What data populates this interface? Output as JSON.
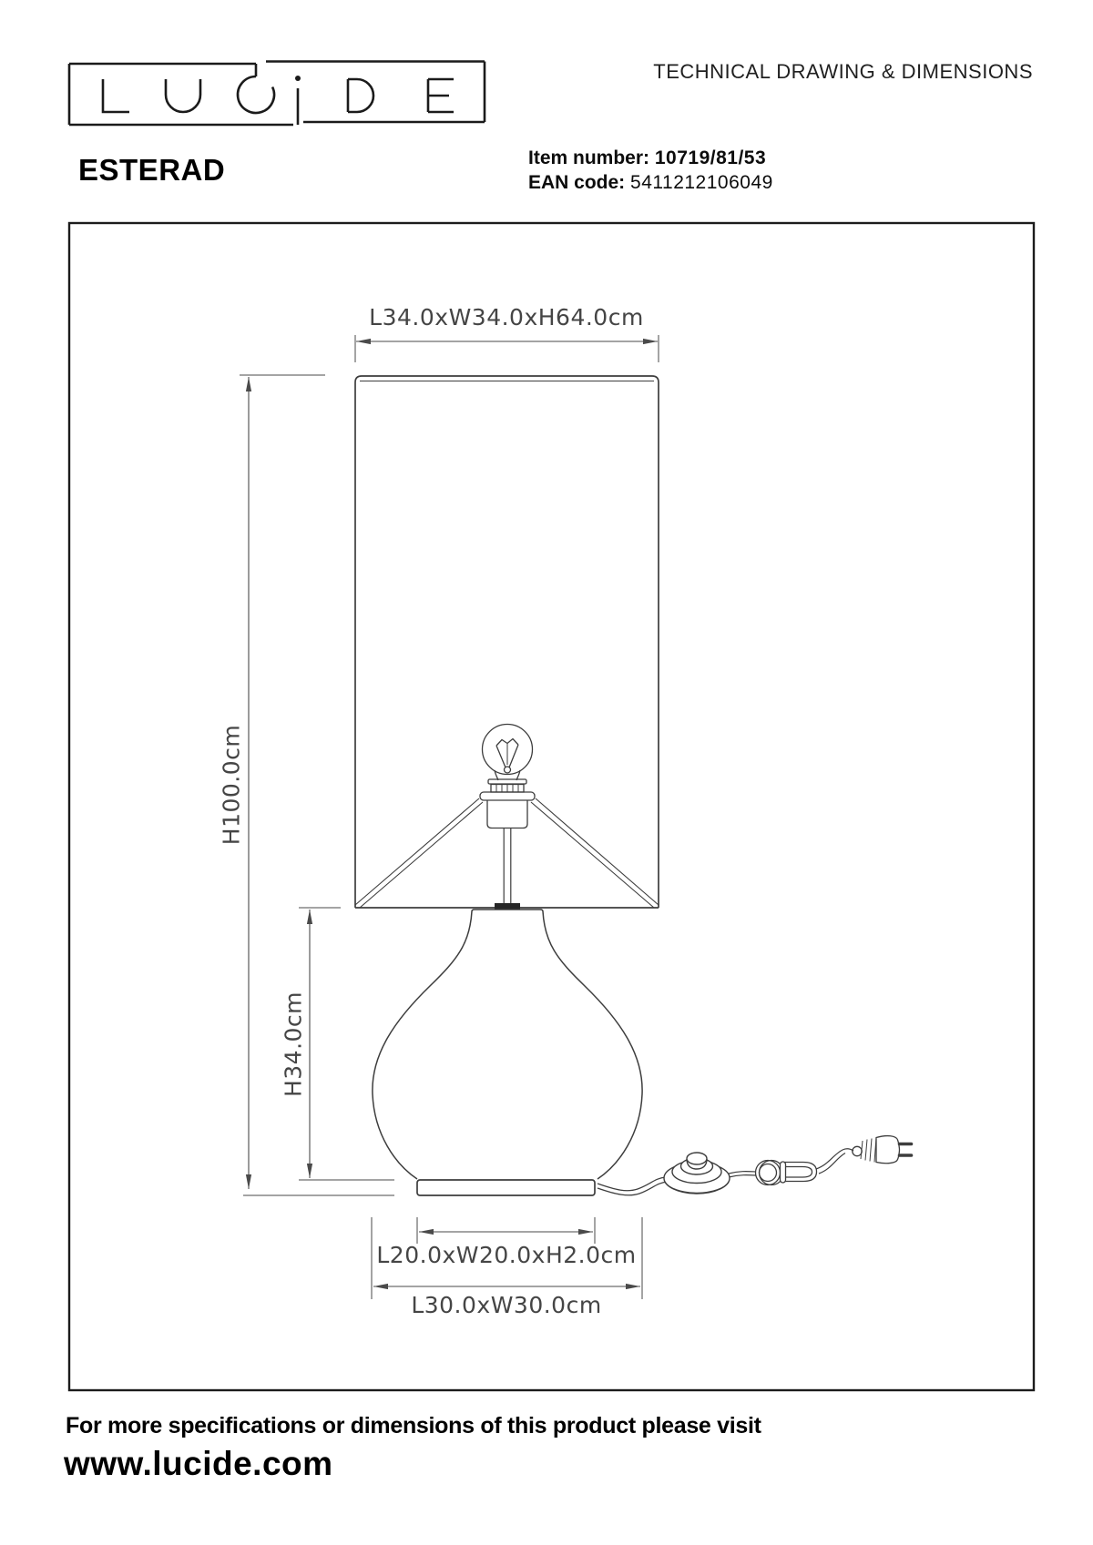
{
  "header": {
    "logo_text": "LUCIDE",
    "doc_title": "TECHNICAL DRAWING & DIMENSIONS",
    "product_name": "ESTERAD",
    "item_number_label": "Item number:",
    "item_number_value": "10719/81/53",
    "ean_label": "EAN code:",
    "ean_value": "5411212106049"
  },
  "drawing": {
    "dimension_labels": {
      "shade_size": "L34.0xW34.0xH64.0cm",
      "total_height": "H100.0cm",
      "body_height": "H34.0cm",
      "base_size": "L20.0xW20.0xH2.0cm",
      "body_width": "L30.0xW30.0cm"
    }
  },
  "footer": {
    "note": "For more specifications or dimensions of this product please visit",
    "url": "www.lucide.com"
  }
}
